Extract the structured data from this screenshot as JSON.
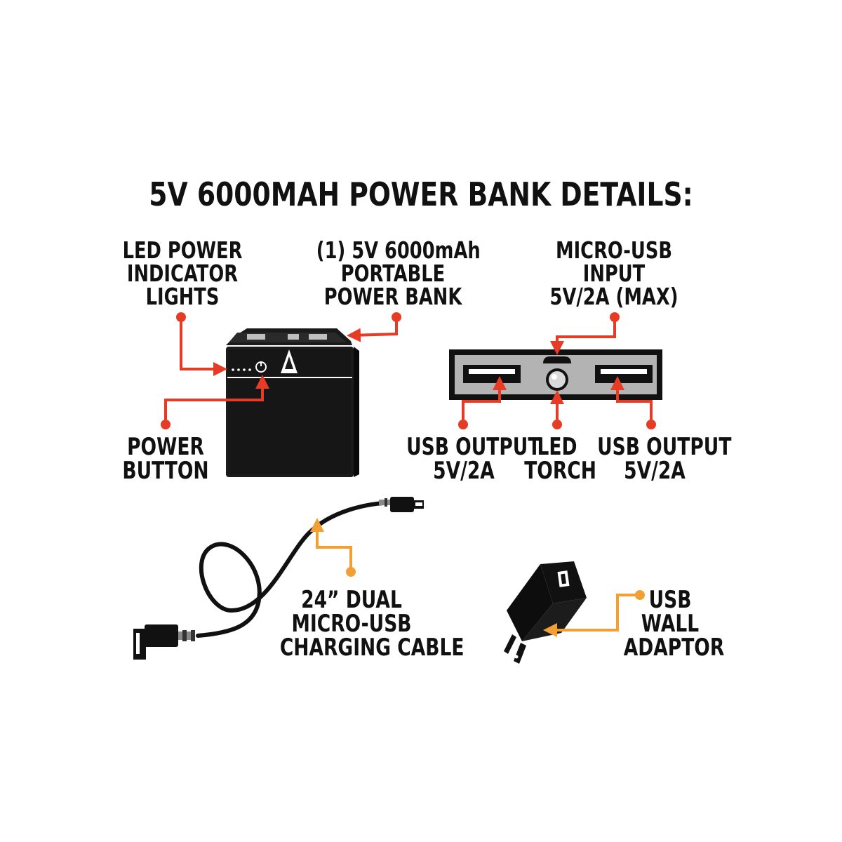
{
  "title": "5V 6000MAH POWER BANK DETAILS:",
  "colors": {
    "red": "#e63b25",
    "orange": "#f2a033",
    "ink": "#111111",
    "panel_gray": "#b3b3b3"
  },
  "labels": {
    "led_indicator": [
      "LED POWER",
      "INDICATOR",
      "LIGHTS"
    ],
    "power_bank": [
      "(1) 5V 6000mAh",
      "PORTABLE",
      "POWER BANK"
    ],
    "micro_usb_input": [
      "MICRO-USB",
      "INPUT",
      "5V/2A (MAX)"
    ],
    "power_button": [
      "POWER",
      "BUTTON"
    ],
    "usb_output_left": [
      "USB OUTPUT",
      "5V/2A"
    ],
    "led_torch": [
      "LED",
      "TORCH"
    ],
    "usb_output_right": [
      "USB OUTPUT",
      "5V/2A"
    ],
    "cable": [
      "24” DUAL",
      "MICRO-USB",
      "CHARGING CABLE"
    ],
    "wall_adaptor": [
      "USB",
      "WALL",
      "ADAPTOR"
    ]
  },
  "icons": [
    "power-bank-illustration",
    "usb-port-panel-illustration",
    "micro-usb-cable-illustration",
    "wall-adaptor-illustration",
    "brand-logo-icon"
  ]
}
